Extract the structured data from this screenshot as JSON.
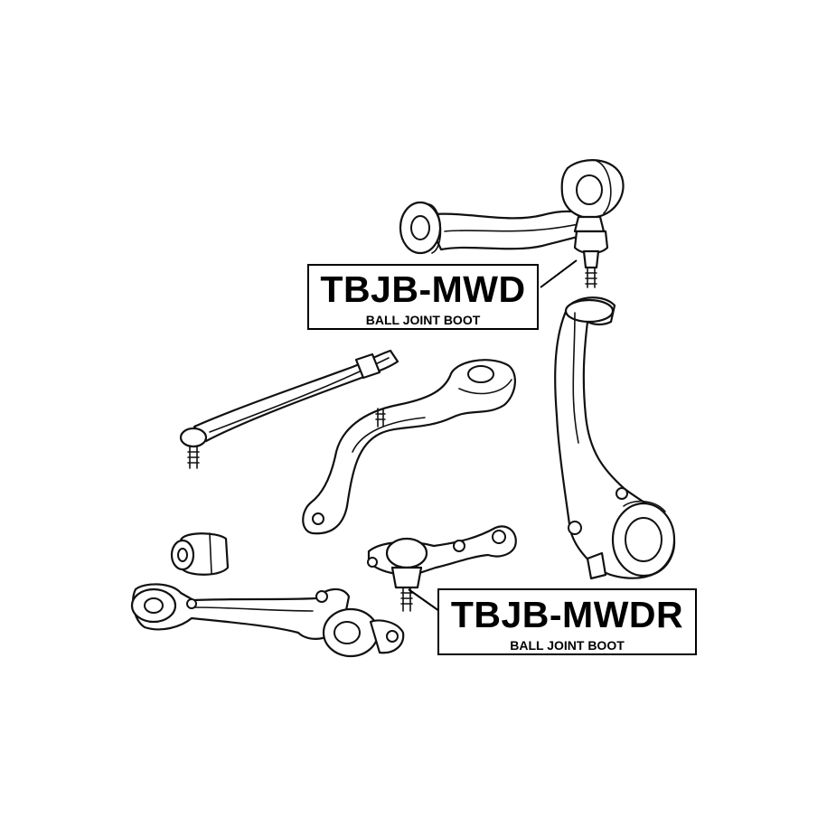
{
  "labels": [
    {
      "code": "TBJB-MWD",
      "description": "BALL JOINT BOOT"
    },
    {
      "code": "TBJB-MWDR",
      "description": "BALL JOINT BOOT"
    }
  ],
  "colors": {
    "line": "#111111",
    "background": "#ffffff",
    "text": "#000000"
  }
}
